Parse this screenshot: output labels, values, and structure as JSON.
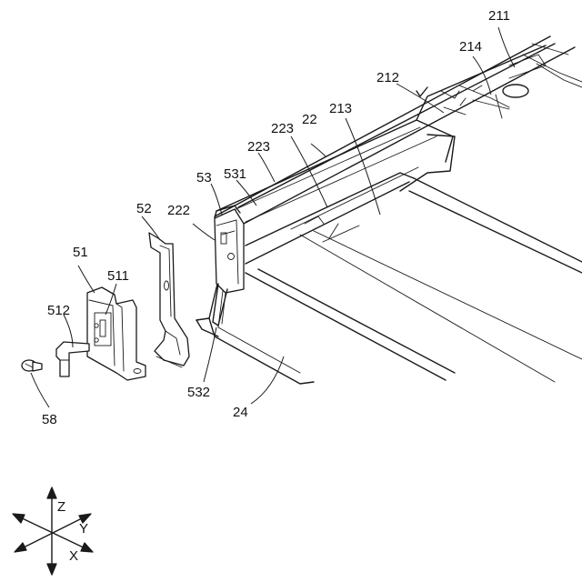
{
  "labels": {
    "ref_211": "211",
    "ref_214": "214",
    "ref_212": "212",
    "ref_213": "213",
    "ref_22": "22",
    "ref_223_upper": "223",
    "ref_223_lower": "223",
    "ref_531": "531",
    "ref_53": "53",
    "ref_52": "52",
    "ref_222": "222",
    "ref_51": "51",
    "ref_511": "511",
    "ref_512": "512",
    "ref_58": "58",
    "ref_532": "532",
    "ref_24": "24"
  },
  "axes": {
    "z": "Z",
    "y": "Y",
    "x": "X"
  }
}
